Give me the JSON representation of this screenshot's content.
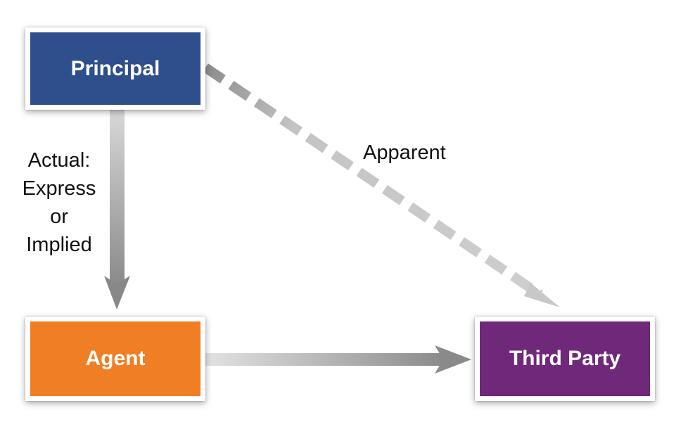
{
  "colors": {
    "principal": "#2e4f8c",
    "agent": "#ef7e24",
    "third_party": "#70287a",
    "arrow_dark": "#8a8a8a",
    "arrow_light": "#dcdcdc"
  },
  "nodes": {
    "principal": "Principal",
    "agent": "Agent",
    "third_party": "Third Party"
  },
  "edges": {
    "actual": [
      "Actual:",
      "Express",
      "or",
      "Implied"
    ],
    "apparent": "Apparent"
  }
}
